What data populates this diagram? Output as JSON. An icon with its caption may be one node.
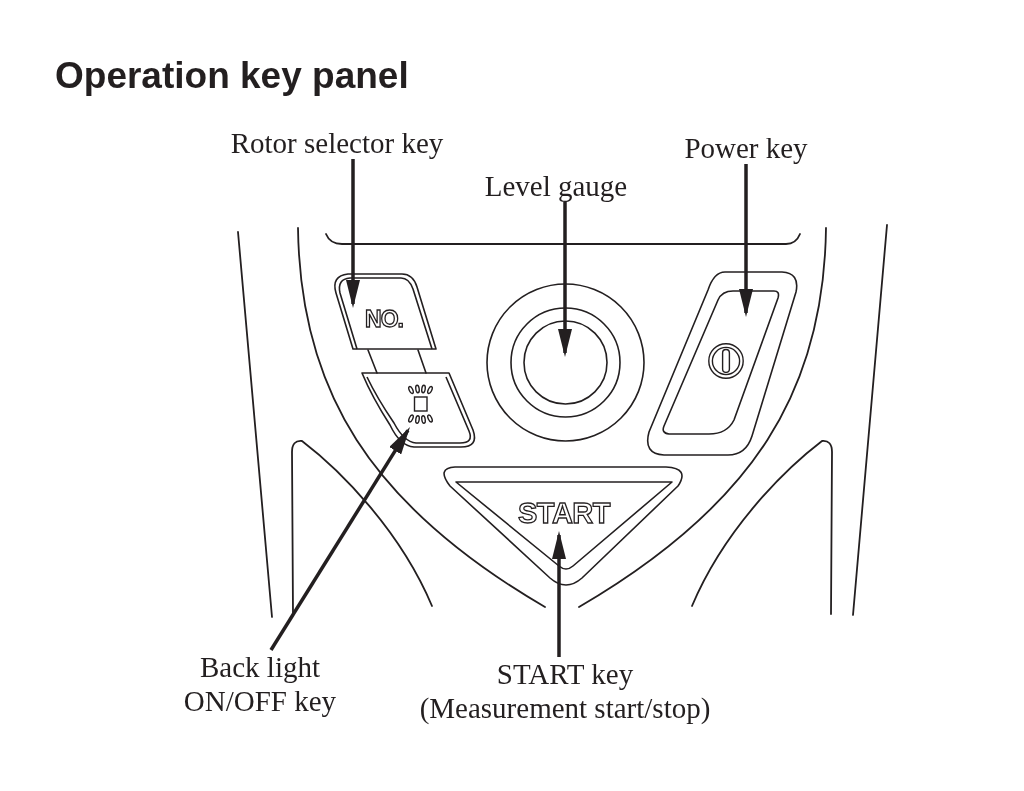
{
  "diagram": {
    "title": "Operation key panel",
    "nodes": [
      {
        "text": [
          "Rotor selector key"
        ]
      },
      {
        "text": [
          "Power key"
        ]
      },
      {
        "text": [
          "Level gauge"
        ]
      },
      {
        "text": [
          "NO."
        ]
      },
      {
        "text": [],
        "shape": "circle"
      },
      {
        "text": [],
        "shape": "box"
      },
      {
        "text": [],
        "shape": "box"
      },
      {
        "text": [
          "START"
        ]
      },
      {
        "text": [
          "Back light ON/OFF key"
        ]
      },
      {
        "text": [
          "START key",
          "(Measurement start/stop)"
        ]
      }
    ],
    "edges": [
      {
        "from": 0,
        "to": 3,
        "arrow": "to"
      },
      {
        "from": 1,
        "to": 5,
        "arrow": "to"
      },
      {
        "from": 2,
        "to": 4,
        "arrow": "to"
      },
      {
        "from": 8,
        "to": 6,
        "arrow": "to"
      },
      {
        "from": 9,
        "to": 7,
        "arrow": "to"
      }
    ]
  }
}
